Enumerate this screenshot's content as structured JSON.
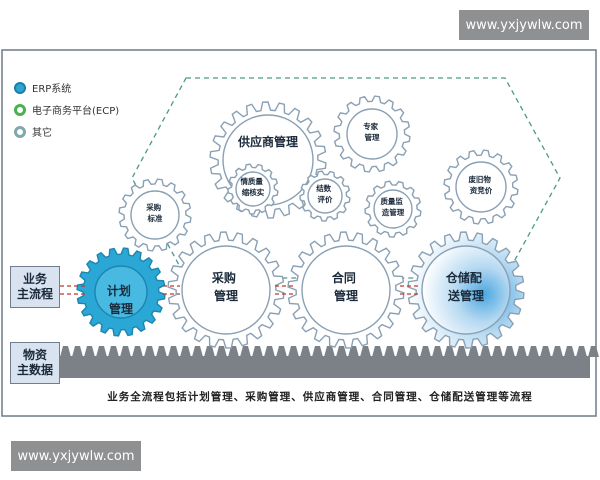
{
  "watermark": {
    "text": "www.yxjywlw.com"
  },
  "legend": [
    {
      "label": "ERP系统",
      "color": "#2aa7d4",
      "style": "gear"
    },
    {
      "label": "电子商务平台(ECP)",
      "color": "#4caf50",
      "style": "gear"
    },
    {
      "label": "其它",
      "color": "#7fa8b0",
      "style": "gear"
    }
  ],
  "side_labels": {
    "main_flow": [
      "业务",
      "主流程"
    ],
    "master_data": [
      "物资",
      "主数据"
    ]
  },
  "gears": {
    "plan": [
      "计划",
      "管理"
    ],
    "purchase": [
      "采购",
      "管理"
    ],
    "contract": [
      "合同",
      "管理"
    ],
    "warehouse": [
      "仓储配",
      "送管理"
    ],
    "supplier": [
      "供应商管理"
    ],
    "expert": [
      "专家",
      "管理"
    ],
    "purchase_std": [
      "采购",
      "标准"
    ],
    "qual_info": [
      "情质量",
      "缩核实"
    ],
    "settle_eval": [
      "结数",
      "评价"
    ],
    "quality_mgmt": [
      "质量监",
      "造管理"
    ],
    "waste": [
      "废旧物",
      "资竞价"
    ]
  },
  "caption": "业务全流程包括计划管理、采购管理、供应商管理、合同管理、仓储配送管理等流程",
  "colors": {
    "erp": "#2aa7d4",
    "gear_stroke": "#8aa0b4",
    "dash": "#4a9a8a",
    "flow_dash": "#c0392b",
    "rack": "#7c8187"
  }
}
